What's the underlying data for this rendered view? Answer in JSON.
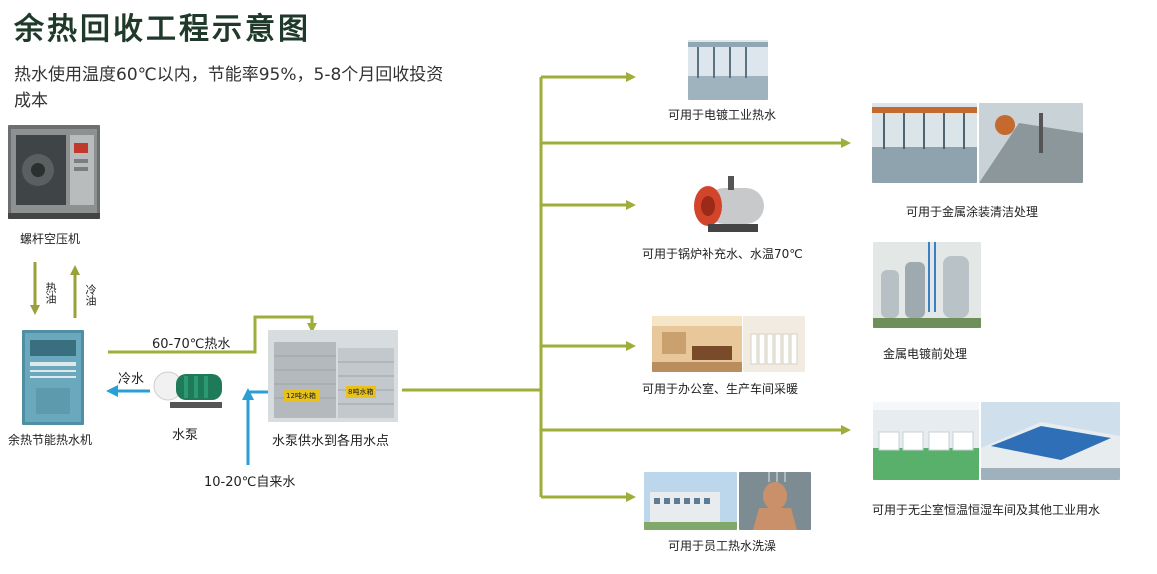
{
  "title": "余热回收工程示意图",
  "subtitle": "热水使用温度60℃以内，节能率95%，5-8个月回收投资成本",
  "nodes": {
    "compressor": "螺杆空压机",
    "heat_machine": "余热节能热水机",
    "pump": "水泵",
    "tank": "水泵供水到各用水点",
    "hot_water": "60-70℃热水",
    "cold_water": "冷水",
    "tap_water": "10-20℃自来水",
    "tank_tag_1": "12吨水箱",
    "tank_tag_2": "8吨水箱",
    "arrow_down": "热油",
    "arrow_up": "冷油"
  },
  "uses": [
    "可用于电镀工业热水",
    "可用于金属涂装清洁处理",
    "可用于锅炉补充水、水温70℃",
    "金属电镀前处理",
    "可用于办公室、生产车间采暖",
    "可用于无尘室恒温恒湿车间及其他工业用水",
    "可用于员工热水洗澡"
  ],
  "colors": {
    "green_line": "#9fae3a",
    "blue_line": "#2a9fd6",
    "title": "#1f3a2b"
  }
}
